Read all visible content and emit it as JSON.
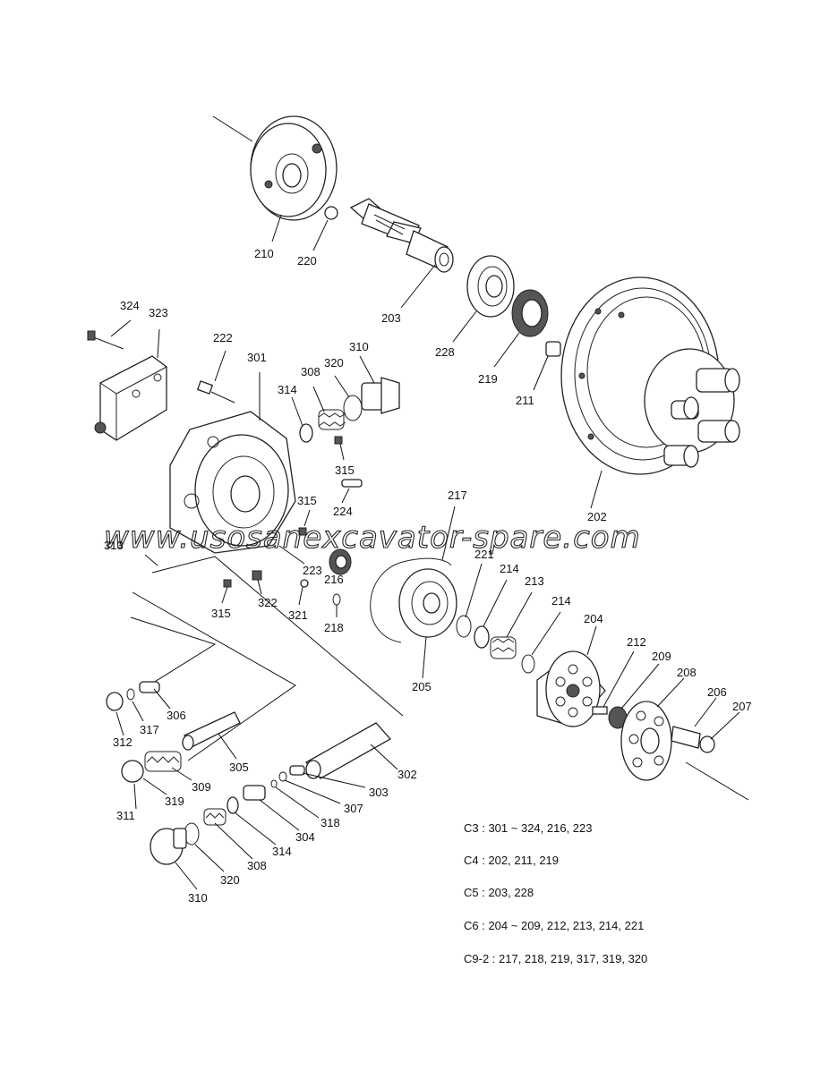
{
  "watermark": "www.usosanexcavator-spare.com",
  "part_labels": [
    {
      "id": "p210",
      "text": "210"
    },
    {
      "id": "p220",
      "text": "220"
    },
    {
      "id": "p203",
      "text": "203"
    },
    {
      "id": "p228",
      "text": "228"
    },
    {
      "id": "p219a",
      "text": "219"
    },
    {
      "id": "p211",
      "text": "211"
    },
    {
      "id": "p202",
      "text": "202"
    },
    {
      "id": "p324",
      "text": "324"
    },
    {
      "id": "p323",
      "text": "323"
    },
    {
      "id": "p222",
      "text": "222"
    },
    {
      "id": "p301",
      "text": "301"
    },
    {
      "id": "p314a",
      "text": "314"
    },
    {
      "id": "p308a",
      "text": "308"
    },
    {
      "id": "p320a",
      "text": "320"
    },
    {
      "id": "p310a",
      "text": "310"
    },
    {
      "id": "p315a",
      "text": "315"
    },
    {
      "id": "p224",
      "text": "224"
    },
    {
      "id": "p315b",
      "text": "315"
    },
    {
      "id": "p313",
      "text": "313"
    },
    {
      "id": "p223",
      "text": "223"
    },
    {
      "id": "p216",
      "text": "216"
    },
    {
      "id": "p315c",
      "text": "315"
    },
    {
      "id": "p322",
      "text": "322"
    },
    {
      "id": "p321",
      "text": "321"
    },
    {
      "id": "p218",
      "text": "218"
    },
    {
      "id": "p217",
      "text": "217"
    },
    {
      "id": "p221",
      "text": "221"
    },
    {
      "id": "p214a",
      "text": "214"
    },
    {
      "id": "p213",
      "text": "213"
    },
    {
      "id": "p214b",
      "text": "214"
    },
    {
      "id": "p204",
      "text": "204"
    },
    {
      "id": "p205",
      "text": "205"
    },
    {
      "id": "p212",
      "text": "212"
    },
    {
      "id": "p209",
      "text": "209"
    },
    {
      "id": "p208",
      "text": "208"
    },
    {
      "id": "p206",
      "text": "206"
    },
    {
      "id": "p207",
      "text": "207"
    },
    {
      "id": "p306",
      "text": "306"
    },
    {
      "id": "p312",
      "text": "312"
    },
    {
      "id": "p317",
      "text": "317"
    },
    {
      "id": "p305",
      "text": "305"
    },
    {
      "id": "p309",
      "text": "309"
    },
    {
      "id": "p319",
      "text": "319"
    },
    {
      "id": "p311",
      "text": "311"
    },
    {
      "id": "p302",
      "text": "302"
    },
    {
      "id": "p303",
      "text": "303"
    },
    {
      "id": "p307",
      "text": "307"
    },
    {
      "id": "p318",
      "text": "318"
    },
    {
      "id": "p304",
      "text": "304"
    },
    {
      "id": "p314b",
      "text": "314"
    },
    {
      "id": "p308b",
      "text": "308"
    },
    {
      "id": "p320b",
      "text": "320"
    },
    {
      "id": "p310b",
      "text": "310"
    }
  ],
  "kits": [
    "C3 : 301 ~ 324, 216, 223",
    "C4 : 202, 211, 219",
    "C5 : 203, 228",
    "C6 : 204 ~ 209, 212, 213, 214, 221",
    "C9-2 : 217, 218, 219, 317, 319, 320"
  ]
}
